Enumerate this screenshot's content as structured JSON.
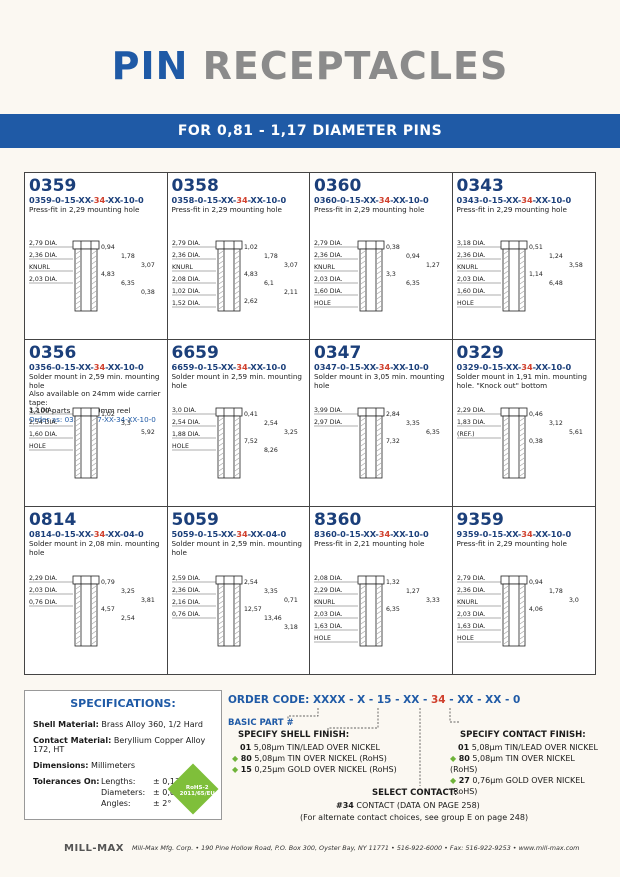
{
  "title": {
    "part1": "PIN",
    "part2": "RECEPTACLES"
  },
  "banner": "FOR 0,81 - 1,17 DIAMETER PINS",
  "cells": [
    {
      "pn": "0359",
      "code_a": "0359-0-15-XX-",
      "code_b": "34",
      "code_c": "-XX-10-0",
      "desc": "Press-fit in 2,29 mounting hole",
      "desc2": "",
      "desc3": "",
      "desc4": "",
      "labels": [
        "2,79 DIA.",
        "2,36 DIA.",
        "KNURL",
        "2,03 DIA.",
        "0,94",
        "1,78",
        "3,07",
        "4,83",
        "6,35",
        "0,38"
      ]
    },
    {
      "pn": "0358",
      "code_a": "0358-0-15-XX-",
      "code_b": "34",
      "code_c": "-XX-10-0",
      "desc": "Press-fit in 2,29 mounting hole",
      "desc2": "",
      "desc3": "",
      "desc4": "",
      "labels": [
        "2,79 DIA.",
        "2,36 DIA.",
        "KNURL",
        "2,08 DIA.",
        "1,02 DIA.",
        "1,52 DIA.",
        "1,02",
        "1,78",
        "3,07",
        "4,83",
        "6,1",
        "2,11",
        "2,62"
      ]
    },
    {
      "pn": "0360",
      "code_a": "0360-0-15-XX-",
      "code_b": "34",
      "code_c": "-XX-10-0",
      "desc": "Press-fit in 2,29 mounting hole",
      "desc2": "",
      "desc3": "",
      "desc4": "",
      "labels": [
        "2,79 DIA.",
        "2,36 DIA.",
        "KNURL",
        "2,03 DIA.",
        "1,60 DIA.",
        "HOLE",
        "0,38",
        "0,94",
        "1,27",
        "3,3",
        "6,35"
      ]
    },
    {
      "pn": "0343",
      "code_a": "0343-0-15-XX-",
      "code_b": "34",
      "code_c": "-XX-10-0",
      "desc": "Press-fit in 2,29 mounting hole",
      "desc2": "",
      "desc3": "",
      "desc4": "",
      "labels": [
        "3,18 DIA.",
        "2,36 DIA.",
        "KNURL",
        "2,03 DIA.",
        "1,60 DIA.",
        "HOLE",
        "0,51",
        "1,24",
        "3,58",
        "1,14",
        "6,48"
      ]
    },
    {
      "pn": "0356",
      "code_a": "0356-0-15-XX-",
      "code_b": "34",
      "code_c": "-XX-10-0",
      "desc": "Solder mount in 2,59 min. mounting hole",
      "desc2": "Also available on 24mm wide carrier tape:",
      "desc3": "1,100 parts per 330mm reel",
      "desc4": "Order as: 0356-0-57-XX-34-XX-10-0",
      "labels": [
        "3,2 DIA.",
        "2,54 DIA.",
        "1,60 DIA.",
        "HOLE",
        "1,02",
        "3,3",
        "5,92"
      ]
    },
    {
      "pn": "6659",
      "code_a": "6659-0-15-XX-",
      "code_b": "34",
      "code_c": "-XX-10-0",
      "desc": "Solder mount in 2,59 min. mounting hole",
      "desc2": "",
      "desc3": "",
      "desc4": "",
      "labels": [
        "3,0 DIA.",
        "2,54 DIA.",
        "1,88 DIA.",
        "HOLE",
        "0,41",
        "2,54",
        "3,25",
        "7,52",
        "8,26"
      ]
    },
    {
      "pn": "0347",
      "code_a": "0347-0-15-XX-",
      "code_b": "34",
      "code_c": "-XX-10-0",
      "desc": "Solder mount in 3,05 min. mounting hole",
      "desc2": "",
      "desc3": "",
      "desc4": "",
      "labels": [
        "3,99 DIA.",
        "2,97 DIA.",
        "2,84",
        "3,35",
        "6,35",
        "7,32"
      ]
    },
    {
      "pn": "0329",
      "code_a": "0329-0-15-XX-",
      "code_b": "34",
      "code_c": "-XX-10-0",
      "desc": "Solder mount in 1,91 min. mounting",
      "desc2": "hole. \"Knock out\" bottom",
      "desc3": "",
      "desc4": "",
      "labels": [
        "2,29 DIA.",
        "1,83 DIA.",
        "0,46",
        "3,12",
        "5,61",
        "(REF.)",
        "0,38"
      ]
    },
    {
      "pn": "0814",
      "code_a": "0814-0-15-XX-",
      "code_b": "34",
      "code_c": "-XX-04-0",
      "desc": "Solder mount in 2,08 min. mounting hole",
      "desc2": "",
      "desc3": "",
      "desc4": "",
      "labels": [
        "2,29 DIA.",
        "2,03 DIA.",
        "0,76 DIA.",
        "0,79",
        "3,25",
        "3,81",
        "4,57",
        "2,54"
      ]
    },
    {
      "pn": "5059",
      "code_a": "5059-0-15-XX-",
      "code_b": "34",
      "code_c": "-XX-04-0",
      "desc": "Solder mount in 2,59 min. mounting hole",
      "desc2": "",
      "desc3": "",
      "desc4": "",
      "labels": [
        "2,59 DIA.",
        "2,36 DIA.",
        "2,16 DIA.",
        "0,76 DIA.",
        "2,54",
        "3,35",
        "0,71",
        "12,57",
        "13,46",
        "3,18"
      ]
    },
    {
      "pn": "8360",
      "code_a": "8360-0-15-XX-",
      "code_b": "34",
      "code_c": "-XX-10-0",
      "desc": "Press-fit in 2,21 mounting hole",
      "desc2": "",
      "desc3": "",
      "desc4": "",
      "labels": [
        "2,08 DIA.",
        "2,29 DIA.",
        "KNURL",
        "2,03 DIA.",
        "1,63 DIA.",
        "HOLE",
        "1,32",
        "1,27",
        "3,33",
        "6,35"
      ]
    },
    {
      "pn": "9359",
      "code_a": "9359-0-15-XX-",
      "code_b": "34",
      "code_c": "-XX-10-0",
      "desc": "Press-fit in 2,29 mounting hole",
      "desc2": "",
      "desc3": "",
      "desc4": "",
      "labels": [
        "2,79 DIA.",
        "2,36 DIA.",
        "KNURL",
        "2,03 DIA.",
        "1,63 DIA.",
        "HOLE",
        "0,94",
        "1,78",
        "3,0",
        "4,06"
      ]
    }
  ],
  "spec": {
    "title": "SPECIFICATIONS:",
    "shell_label": "Shell Material:",
    "shell_value": "Brass Alloy 360, 1/2 Hard",
    "contact_label": "Contact Material:",
    "contact_value": "Beryllium Copper Alloy 172, HT",
    "dims_label": "Dimensions:",
    "dims_value": "Millimeters",
    "tol_label": "Tolerances On:",
    "tol_len": "Lengths:",
    "tol_len_v": "± 0,13",
    "tol_dia": "Diameters:",
    "tol_dia_v": "± 0,051",
    "tol_ang": "Angles:",
    "tol_ang_v": "± 2°",
    "rohs": "RoHS-2 2011/65/EU"
  },
  "order": {
    "label": "ORDER CODE:",
    "code_a": "XXXX - X - 15 - XX -",
    "code_b": "34",
    "code_c": "- XX - XX - 0",
    "basic": "BASIC PART #",
    "shell_title": "SPECIFY SHELL FINISH:",
    "shell_opts": [
      {
        "num": "01",
        "text": "5,08µm TIN/LEAD OVER NICKEL",
        "diamond": ""
      },
      {
        "num": "80",
        "text": "5,08µm TIN OVER NICKEL (RoHS)",
        "diamond": "◆"
      },
      {
        "num": "15",
        "text": "0,25µm GOLD OVER NICKEL (RoHS)",
        "diamond": "◆"
      }
    ],
    "contact_title": "SPECIFY CONTACT FINISH:",
    "contact_opts": [
      {
        "num": "01",
        "text": "5,08µm TIN/LEAD OVER NICKEL",
        "diamond": ""
      },
      {
        "num": "80",
        "text": "5,08µm TIN OVER NICKEL (RoHS)",
        "diamond": "◆"
      },
      {
        "num": "27",
        "text": "0,76µm GOLD OVER NICKEL (RoHS)",
        "diamond": "◆"
      }
    ],
    "select_title": "SELECT CONTACT:",
    "select_num": "#34",
    "select_text": "CONTACT (DATA ON PAGE 258)",
    "select_note": "(For alternate contact choices, see group E on page 248)"
  },
  "footer": {
    "logo": "MILL-MAX",
    "text": "Mill-Max Mfg. Corp. • 190 Pine Hollow Road, P.O. Box 300, Oyster Bay, NY 11771 • 516-922-6000 • Fax: 516-922-9253 • www.mill-max.com"
  }
}
